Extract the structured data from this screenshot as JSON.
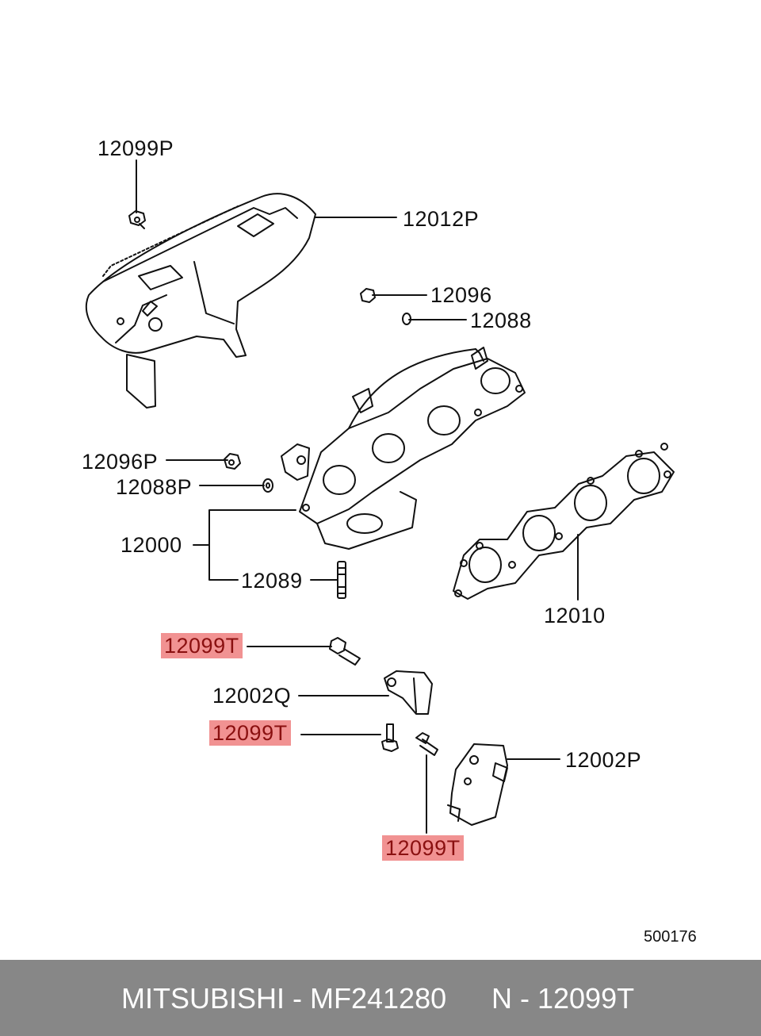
{
  "diagram": {
    "labels": {
      "p12099P": "12099P",
      "p12012P": "12012P",
      "p12096": "12096",
      "p12088": "12088",
      "p12096P": "12096P",
      "p12088P": "12088P",
      "p12000": "12000",
      "p12089": "12089",
      "p12010": "12010",
      "p12099T_a": "12099T",
      "p12002Q": "12002Q",
      "p12099T_b": "12099T",
      "p12002P": "12002P",
      "p12099T_c": "12099T"
    },
    "highlighted_part": "12099T",
    "highlight_color": "#f19292",
    "diagram_code": "500176"
  },
  "footer": {
    "brand_part": "MITSUBISHI - MF241280",
    "ref": "N - 12099T",
    "background": "#878787"
  }
}
